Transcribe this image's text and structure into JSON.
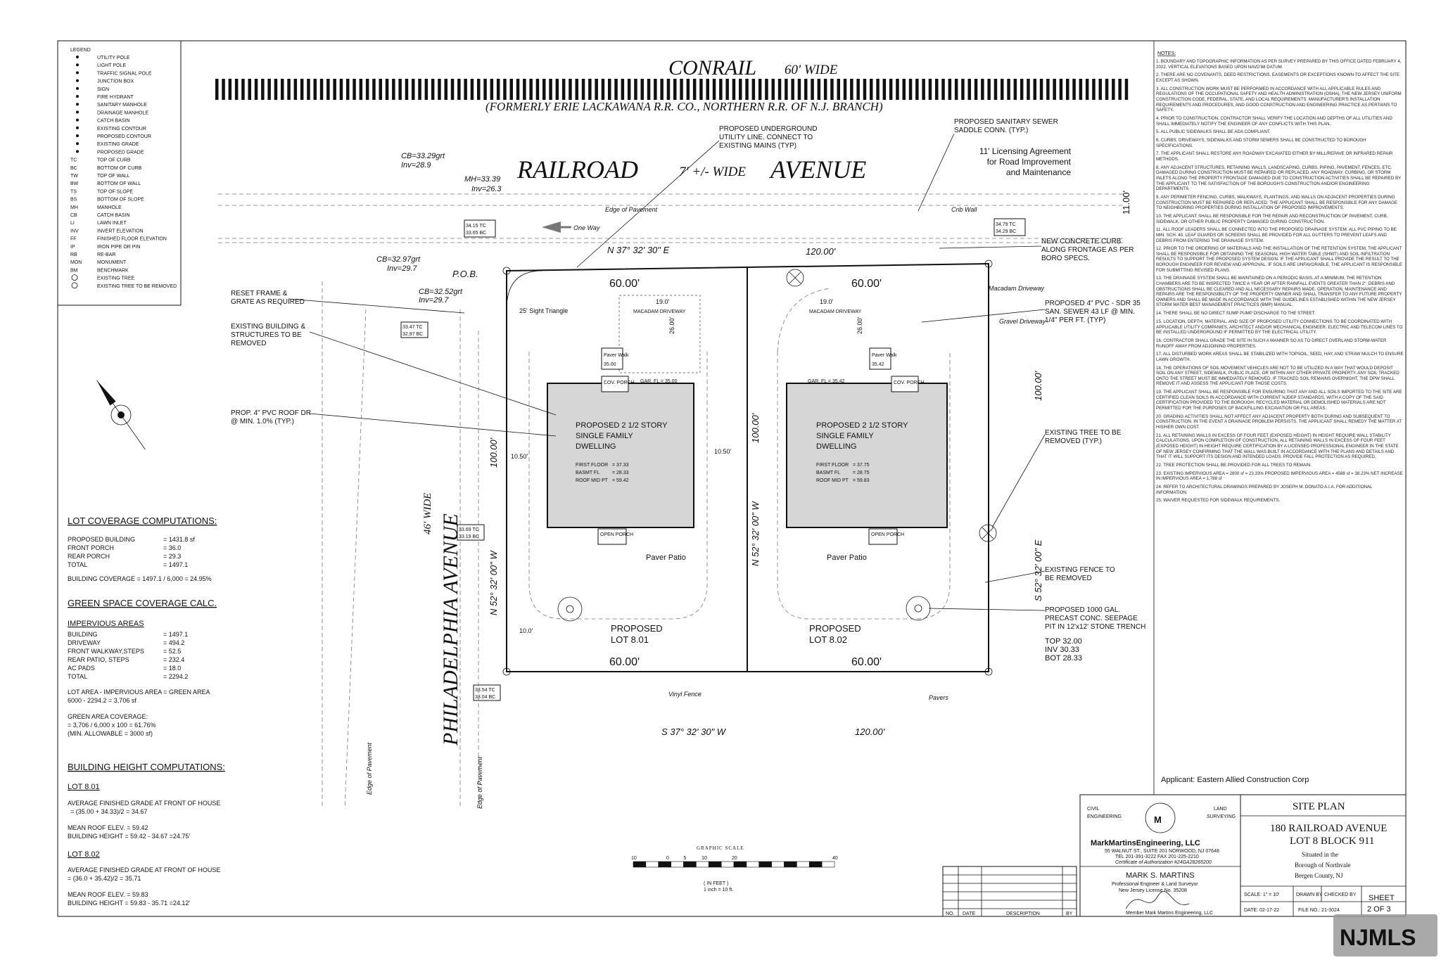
{
  "legend": {
    "title": "LEGEND",
    "items": [
      "UTILITY POLE",
      "LIGHT POLE",
      "TRAFFIC SIGNAL POLE",
      "JUNCTION BOX",
      "SIGN",
      "FIRE HYDRANT",
      "SANITARY MANHOLE",
      "DRAINAGE MANHOLE",
      "CATCH BASIN",
      "EXISTING CONTOUR",
      "PROPOSED CONTOUR",
      "EXISTING GRADE",
      "PROPOSED GRADE"
    ],
    "abbreviations": [
      {
        "code": "TC",
        "text": "TOP OF CURB"
      },
      {
        "code": "BC",
        "text": "BOTTOM OF CURB"
      },
      {
        "code": "TW",
        "text": "TOP OF WALL"
      },
      {
        "code": "BW",
        "text": "BOTTOM OF WALL"
      },
      {
        "code": "TS",
        "text": "TOP OF SLOPE"
      },
      {
        "code": "BS",
        "text": "BOTTOM OF SLOPE"
      },
      {
        "code": "MH",
        "text": "MANHOLE"
      },
      {
        "code": "CB",
        "text": "CATCH BASIN"
      },
      {
        "code": "LI",
        "text": "LAWN INLET"
      },
      {
        "code": "INV",
        "text": "INVERT ELEVATION"
      },
      {
        "code": "FF",
        "text": "FINISHED FLOOR ELEVATION"
      },
      {
        "code": "IP",
        "text": "IRON PIPE OR PIN"
      },
      {
        "code": "RB",
        "text": "RE-BAR"
      },
      {
        "code": "MON",
        "text": "MONUMENT"
      },
      {
        "code": "BM",
        "text": "BENCHMARK"
      }
    ],
    "tree_items": [
      "EXISTING TREE",
      "EXISTING TREE TO BE REMOVED"
    ]
  },
  "plan": {
    "conrail_title": "CONRAIL",
    "conrail_width": "60' WIDE",
    "conrail_former": "(FORMERLY ERIE LACKAWANA R.R. CO., NORTHERN R.R. OF N.J. BRANCH)",
    "railroad_word": "RAILROAD",
    "railroad_width": "7' +/- WIDE",
    "avenue_word": "AVENUE",
    "philadelphia_avenue": "PHILADELPHIA AVENUE",
    "philadelphia_width": "46' WIDE",
    "one_way": "One Way",
    "edge_of_pavement": "Edge of Pavement",
    "pob": "P.O.B.",
    "bearing_top": "N 37° 32' 30\" E",
    "bearing_bottom": "S 37° 32' 30\" W",
    "bearing_left": "N 52° 32' 00\" W",
    "bearing_mid": "N 52° 32' 00\" W",
    "bearing_right": "S 52° 32' 00\" E",
    "dist_120": "120.00'",
    "dist_100": "100.00'",
    "dist_60": "60.00'",
    "dist_19": "19.0'",
    "dist_1050": "10.50'",
    "dist_10": "10.0'",
    "dist_26": "26.00'",
    "sight_triangle": "25' Sight Triangle",
    "vinyl_fence": "Vinyl Fence",
    "pavers": "Pavers",
    "crib_wall": "Crib Wall",
    "gravel_driveway": "Gravel Driveway",
    "macadam_driveway_label": "Macadam Driveway",
    "house_title_1": "PROPOSED 2 1/2 STORY",
    "house_title_2": "SINGLE FAMILY",
    "house_title_3": "DWELLING",
    "first_floor_label": "FIRST FLOOR",
    "basmt_label": "BASMT FL",
    "roof_label": "ROOF MID PT",
    "lots": [
      {
        "name": "PROPOSED LOT 8.01",
        "proposed": "PROPOSED",
        "lot": "LOT 8.01",
        "first_floor": "= 37.33",
        "basmt": "= 28.33",
        "roof": "= 59.42",
        "garage": "GAR. FL = 35.00",
        "paver_walk": "Paver Walk",
        "paver_walk_elev": "35.00",
        "cov_porch": "COV. PORCH",
        "open_porch": "OPEN PORCH",
        "paver_patio": "Paver Patio",
        "macadam": "MACADAM DRIVEWAY"
      },
      {
        "name": "PROPOSED LOT 8.02",
        "proposed": "PROPOSED",
        "lot": "LOT 8.02",
        "first_floor": "= 37.75",
        "basmt": "= 28.75",
        "roof": "= 59.83",
        "garage": "GAR. FL = 35.42",
        "paver_walk": "Paver Walk",
        "paver_walk_elev": "35.42",
        "cov_porch": "COV. PORCH",
        "open_porch": "OPEN PORCH",
        "paver_patio": "Paver Patio",
        "macadam": "MACADAM DRIVEWAY"
      }
    ],
    "callouts": {
      "underground": "PROPOSED UNDERGROUND UTILITY LINE. CONNECT TO EXISTING MAINS (TYP)",
      "sanitary_saddle": "PROPOSED SANITARY SEWER SADDLE CONN. (TYP.)",
      "licensing": "11' Licensing Agreement for Road Improvement and Maintenance",
      "licensing_dim": "11.00'",
      "concrete_curb": "NEW CONCRETE CURB ALONG FRONTAGE AS PER BORO SPECS.",
      "pvc_sewer": "PROPOSED 4\" PVC - SDR 35 SAN. SEWER 43 LF @ MIN. 1/4\" PER FT. (TYP)",
      "reset_frame": "RESET FRAME & GRATE AS REQUIRED",
      "existing_building": "EXISTING BUILDING & STRUCTURES TO BE REMOVED",
      "roof_drain": "PROP. 4\" PVC ROOF DR @ MIN. 1.0% (TYP.)",
      "existing_tree": "EXISTING TREE TO BE REMOVED (TYP.)",
      "existing_fence": "EXISTING FENCE TO BE REMOVED",
      "seepage_pit": "PROPOSED 1000 GAL. PRECAST CONC. SEEPAGE PIT IN 12'x12' STONE TRENCH",
      "seepage_top": "TOP 32.00",
      "seepage_inv": "INV 30.33",
      "seepage_bot": "BOT 28.33"
    },
    "cb_labels": [
      "CB=33.29grt",
      "Inv=28.9",
      "MH=33.39",
      "Inv=26.3",
      "CB=32.97grt",
      "Inv=29.7",
      "CB=32.52grt",
      "Inv=29.7"
    ],
    "tc_boxes": [
      {
        "tc": "34.15 TC",
        "bc": "33.65 BC"
      },
      {
        "tc": "34.79 TC",
        "bc": "34.29 BC"
      },
      {
        "tc": "33.47 TC",
        "bc": "32.97 BC"
      },
      {
        "tc": "33.69 TC",
        "bc": "33.19 BC"
      },
      {
        "tc": "33.54 TC",
        "bc": "33.04 BC"
      }
    ]
  },
  "coverage": {
    "title": "LOT COVERAGE COMPUTATIONS:",
    "rows": [
      {
        "label": "PROPOSED BUILDING",
        "value": "= 1431.8  sf"
      },
      {
        "label": "FRONT PORCH",
        "value": "=     36.0"
      },
      {
        "label": "REAR PORCH",
        "value": "=     29.3"
      },
      {
        "label": "TOTAL",
        "value": "= 1497.1"
      }
    ],
    "building_coverage": "BUILDING COVERAGE    = 1497.1 / 6,000 = 24.95%"
  },
  "green": {
    "title": "GREEN SPACE COVERAGE CALC.",
    "impervious_title": "IMPERVIOUS AREAS",
    "rows": [
      {
        "label": "BUILDING",
        "value": "= 1497.1"
      },
      {
        "label": "DRIVEWAY",
        "value": "=   494.2"
      },
      {
        "label": "FRONT WALKWAY,STEPS",
        "value": "=     52.5"
      },
      {
        "label": "REAR PATIO, STEPS",
        "value": "=   232.4"
      },
      {
        "label": "AC PADS",
        "value": "=     18.0"
      },
      {
        "label": "TOTAL",
        "value": "= 2294.2"
      }
    ],
    "lot_area_1": "LOT AREA - IMPERVIOUS AREA = GREEN AREA",
    "lot_area_2": "6000 - 2294.2 = 3,706 sf",
    "coverage_1": "GREEN AREA COVERAGE:",
    "coverage_2": "= 3,706 / 6,000 x 100 = 61.76%",
    "coverage_3": "(MIN. ALLOWABLE = 3000 sf)"
  },
  "height": {
    "title": "BUILDING HEIGHT COMPUTATIONS:",
    "lots": [
      {
        "lot": "LOT 8.01",
        "avg1": "AVERAGE FINISHED GRADE AT FRONT OF HOUSE",
        "avg2": "= (35.00 + 34.33)/2 = 34.67",
        "mean": "MEAN ROOF ELEV. = 59.42",
        "bh": "BUILDING HEIGHT = 59.42 - 34.67 =24.75'"
      },
      {
        "lot": "LOT 8.02",
        "avg1": "AVERAGE FINISHED GRADE AT FRONT OF HOUSE",
        "avg2": "= (36.0 + 35.42)/2 = 35.71",
        "mean": "MEAN ROOF ELEV. = 59.83",
        "bh": "BUILDING HEIGHT = 59.83 - 35.71 =24.12'"
      }
    ]
  },
  "notes_title": "NOTES:",
  "notes": [
    "1. BOUNDARY AND TOPOGRAPHIC INFORMATION AS PER SURVEY PREPARED BY THIS OFFICE DATED FEBRUARY 4, 2022. VERTICAL ELEVATIONS BASED UPON NAVD'88 DATUM.",
    "2. THERE ARE NO COVENANTS, DEED RESTRICTIONS, EASEMENTS OR EXCEPTIONS KNOWN TO AFFECT THE SITE EXCEPT AS SHOWN.",
    "3. ALL CONSTRUCTION WORK MUST BE PERFORMED IN ACCORDANCE WITH ALL APPLICABLE RULES AND REGULATIONS OF THE OCCUPATIONAL SAFETY AND HEALTH ADMINISTRATION (OSHA), THE NEW JERSEY UNIFORM CONSTRUCTION CODE, FEDERAL, STATE, AND LOCAL REQUIREMENTS. MANUFACTURER'S INSTALLATION REQUIREMENTS AND PROCEDURES, AND GOOD CONSTRUCTION AND ENGINEERING PRACTICE AS PERTAINS TO SAFETY.",
    "4. PRIOR TO CONSTRUCTION, CONTRACTOR SHALL VERIFY THE LOCATION AND DEPTHS OF ALL UTILITIES AND SHALL IMMEDIATELY NOTIFY THE ENGINEER OF ANY CONFLICTS WITH THIS PLAN.",
    "5. ALL PUBLIC SIDEWALKS SHALL BE ADA COMPLIANT.",
    "6. CURBS, DRIVEWAYS, SIDEWALKS AND STORM SEWERS SHALL BE CONSTRUCTED TO BOROUGH SPECIFICATIONS.",
    "7. THE APPLICANT SHALL RESTORE ANY ROADWAY EXCAVATED EITHER BY MILL/REPAVE OR INFRARED REPAIR METHODS.",
    "8. ANY ADJACENT STRUCTURES, RETAINING WALLS, LANDSCAPING, CURBS, PIPING, PAVEMENT, FENCES, ETC. DAMAGED DURING CONSTRUCTION MUST BE REPAIRED OR REPLACED. ANY ROADWAY, CURBING, OR STORM INLETS ALONG THE PROPERTY FRONTAGE DAMAGED DUE TO CONSTRUCTION ACTIVITIES SHALL BE REPAIRED BY THE APPLICANT TO THE SATISFACTION OF THE BOROUGH'S CONSTRUCTION AND/OR ENGINEERING DEPARTMENTS.",
    "9. ANY PERIMETER FENCING, CURBS, WALKWAYS, PLANTINGS, AND WALLS ON ADJACENT PROPERTIES DURING CONSTRUCTION MUST BE REPAIRED OR REPLACED. THE APPLICANT SHALL BE RESPONSIBLE FOR ANY DAMAGE TO NEIGHBORING PROPERTIES DURING INSTALLATION OF PROPOSED IMPROVEMENTS.",
    "10. THE APPLICANT SHALL BE RESPONSIBLE FOR THE REPAIR AND RECONSTRUCTION OF PAVEMENT, CURB, SIDEWALK, OR OTHER PUBLIC PROPERTY DAMAGED DURING CONSTRUCTION.",
    "11. ALL ROOF LEADERS SHALL BE CONNECTED INTO THE PROPOSED DRAINAGE SYSTEM. ALL PVC PIPING TO BE MIN. SCH. 40. LEAF GUARDS OR SCREENS SHALL BE PROVIDED FOR ALL GUTTERS TO PREVENT LEAFS AND DEBRIS FROM ENTERING THE DRAINAGE SYSTEM.",
    "12. PRIOR TO THE ORDERING OF MATERIALS AND THE INSTALLATION OF THE RETENTION SYSTEM, THE APPLICANT SHALL BE RESPONSIBLE FOR OBTAINING THE SEASONAL HIGH WATER TABLE (SHWT) AND SOIL INFILTRATION RESULTS TO SUPPORT THE PROPOSED SYSTEM DESIGN. IF THE APPLICANT SHALL PROVIDE THE RESULT TO THE BOROUGH ENGINEER FOR REVIEW AND APPROVAL. IF SOILS ARE UNFAVORABLE, THE APPLICANT IS RESPONSIBLE FOR SUBMITTING REVISED PLANS.",
    "13. THE DRAINAGE SYSTEM SHALL BE MAINTAINED ON A PERIODIC BASIS. AT A MINIMUM, THE RETENTION CHAMBERS ARE TO BE INSPECTED TWICE A YEAR OR AFTER RAINFALL EVENTS GREATER THAN 2\". DEBRIS AND OBSTRUCTIONS SHALL BE CLEARED AND ALL NECESSARY REPAIRS MADE. OPERATION, MAINTENANCE AND REPAIRS ARE THE RESPONSIBILITY OF THE PROPERTY OWNER AND SHALL TRANSFER TO ANY FUTURE PROPERTY OWNERS AND SHALL BE MADE IN ACCORDANCE WITH THE GUIDELINES ESTABLISHED WITHIN THE NEW JERSEY STORM WATER BEST MANAGEMENT PRACTICES (BMP) MANUAL.",
    "14. THERE SHALL BE NO DIRECT SUMP PUMP DISCHARGE TO THE STREET.",
    "15. LOCATION, DEPTH, MATERIAL, AND SIZE OF PROPOSED UTILITY CONNECTIONS TO BE COORDINATED WITH APPLICABLE UTILITY COMPANIES, ARCHITECT AND/OR MECHANICAL ENGINEER. ELECTRIC AND TELECOM LINES TO BE INSTALLED UNDERGROUND IF PERMITTED BY THE ELECTRICAL UTILITY.",
    "16. CONTRACTOR SHALL GRADE THE SITE IN SUCH A MANNER SO AS TO DIRECT OVERLAND STORM-WATER RUNOFF AWAY FROM ADJOINING PROPERTIES.",
    "17. ALL DISTURBED WORK AREAS SHALL BE STABILIZED WITH TOPSOIL, SEED, HAY, AND STRAW MULCH TO ENSURE LAWN GROWTH.",
    "18. THE OPERATIONS OF SOIL MOVEMENT VEHICLES ARE NOT TO BE UTILIZED IN A WAY THAT WOULD DEPOSIT SOIL ON ANY STREET, SIDEWALK, PUBLIC PLACE, OR WITHIN ANY OTHER PRIVATE PROPERTY. ANY SOIL TRACKED ONTO THE STREET MUST BE IMMEDIATELY REMOVED. IF TRACKED SOIL REMAINS OVERNIGHT, THE DPW SHALL REMOVE IT AND ASSESS THE APPLICANT FOR THOSE COSTS.",
    "19. THE APPLICANT SHALL BE RESPONSIBLE FOR ENSURING THAT ANY AND ALL SOILS IMPORTED TO THE SITE ARE CERTIFIED CLEAN SOILS IN ACCORDANCE WITH CURRENT NJDEP STANDARDS, WITH A COPY OF THE SAID CERTIFICATION PROVIDED TO THE BOROUGH. RECYCLED MATERIAL OR DEMOLISHED MATERIALS ARE NOT PERMITTED FOR THE PURPOSES OF BACKFILLING EXCAVATION OR FILL AREAS.",
    "20. GRADING ACTIVITIES SHALL NOT AFFECT ANY ADJACENT PROPERTY BOTH DURING AND SUBSEQUENT TO CONSTRUCTION. IN THE EVENT A DRAINAGE PROBLEM PERSISTS, THE APPLICANT SHALL REMEDY THE MATTER AT HIS/HER OWN COST.",
    "21. ALL RETAINING WALLS IN EXCESS OF FOUR FEET (EXPOSED HEIGHT) IN HEIGHT REQUIRE WALL STABILITY CALCULATIONS. UPON COMPLETION OF CONSTRUCTION, ALL RETAINING WALLS IN EXCESS OF FOUR FEET (EXPOSED HEIGHT) IN HEIGHT REQUIRE CERTIFICATION BY A LICENSED PROFESSIONAL ENGINEER IN THE STATE OF NEW JERSEY CONFIRMING THAT THE WALL WAS BUILT IN ACCORDANCE WITH THE PLANS AND DETAILS AND THAT IT WILL SUPPORT ITS DESIGN AND INTENDED LOADS. PROVIDE FALL PROTECTION AS REQUIRED.",
    "22. TREE PROTECTION SHALL BE PROVIDED FOR ALL TREES TO REMAIN.",
    "23. EXISTING IMPERVIOUS AREA = 2800 sf = 23.33% PROPOSED IMPERVIOUS AREA = 4588 sf = 38.23% NET INCREASE IN IMPERVIOUS AREA = 1,788 sf",
    "24. REFER TO ARCHITECTURAL DRAWINGS PREPARED BY JOSEPH M. DONATO A.I.A. FOR ADDITIONAL INFORMATION.",
    "25. WAIVER REQUESTED FOR SIDEWALK REQUIREMENTS."
  ],
  "applicant": "Applicant:   Eastern Allied Construction Corp",
  "scale": {
    "title": "GRAPHIC SCALE",
    "ticks": [
      "10",
      "0",
      "5",
      "10",
      "20",
      "40"
    ],
    "units1": "( IN FEET )",
    "units2": "1 inch = 10 ft."
  },
  "revisions": {
    "no": "NO.",
    "date": "DATE",
    "description": "DESCRIPTION",
    "by": "BY"
  },
  "firm": {
    "civil": "CIVIL",
    "engineering": "ENGINEERING",
    "land": "LAND",
    "surveying": "SURVEYING",
    "name": "MarkMartinsEngineering, LLC",
    "address": "55 WALNUT ST., SUITE 201  NORWOOD, NJ  07648",
    "phone": "TEL 201-391-3222  FAX 201-225-2210",
    "cert": "Certificate of Authorization #24GA28265200",
    "engineer": "MARK S. MARTINS",
    "engineer_title": "Professional Engineer & Land Surveyor",
    "license": "New Jersey License No. 35208",
    "member": "Member Mark Martins Engineering, LLC"
  },
  "titleblock": {
    "title": "SITE PLAN",
    "address": "180 RAILROAD AVENUE",
    "lot": "LOT 8 BLOCK 911",
    "situated": "Situated in the",
    "borough": "Borough of  Northvale",
    "county": "Bergen County, NJ",
    "scale": "SCALE: 1\" = 10'",
    "drawn": "DRAWN BY",
    "checked": "CHECKED BY",
    "date": "DATE: 02-17-22",
    "file": "FILE NO.: 21-3024",
    "sheet": "SHEET",
    "sheet_no": "2 OF 3"
  },
  "watermark": "NJMLS"
}
